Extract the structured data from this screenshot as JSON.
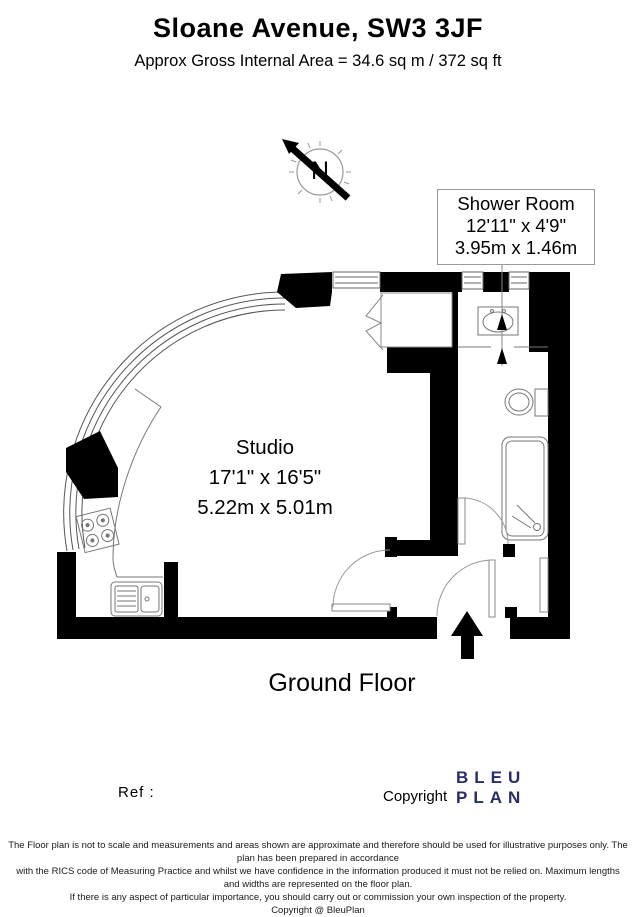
{
  "header": {
    "title": "Sloane Avenue, SW3 3JF",
    "subtitle": "Approx Gross Internal Area = 34.6 sq m / 372 sq ft"
  },
  "compass": {
    "north_label": "N"
  },
  "rooms": {
    "shower_room": {
      "name": "Shower Room",
      "dimensions_imperial": "12'11\" x 4'9\"",
      "dimensions_metric": "3.95m x 1.46m"
    },
    "studio": {
      "name": "Studio",
      "dimensions_imperial": "17'1\" x 16'5\"",
      "dimensions_metric": "5.22m x 5.01m"
    }
  },
  "floor_label": "Ground Floor",
  "footer": {
    "ref_label": "Ref  :",
    "copyright_label": "Copyright",
    "logo_line1": "BLEU",
    "logo_line2": "PLAN"
  },
  "disclaimer": {
    "line1": "The Floor plan is not to scale and measurements and areas shown are approximate and therefore should be used for illustrative purposes only. The plan has been prepared in accordance",
    "line2": "with the RICS code of Measuring Practice and whilst we have confidence in the information produced it must not be relied on. Maximum lengths and widths are represented on the floor plan.",
    "line3": "If there is any aspect of particular importance, you should carry out or commission your own inspection of the property.",
    "line4": "Copyright @ BleuPlan"
  },
  "colors": {
    "wall": "#000000",
    "logo_navy": "#282d69",
    "thin_line": "#777777"
  }
}
